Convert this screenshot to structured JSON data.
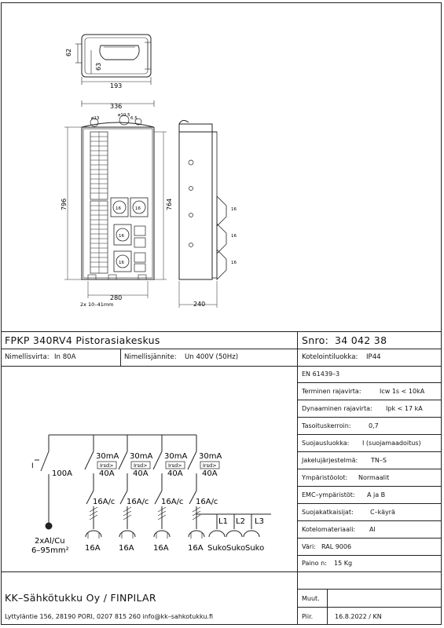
{
  "drawing": {
    "top_view": {
      "dim_height": "62",
      "dim_inner": "63",
      "dim_width": "193"
    },
    "front_view": {
      "dim_width_top": "336",
      "dim_hole1": "ø13",
      "dim_hole2": "ø10.5",
      "dim_hole3": "6.5",
      "dim_height_left": "796",
      "dim_height_right": "764",
      "dim_width_bottom": "280",
      "cable_note": "2x 10–41mm",
      "socket_label": "16"
    },
    "side_view": {
      "dim_depth": "240",
      "socket_labels": [
        "16",
        "16",
        "16"
      ]
    }
  },
  "title": {
    "product": "FPKP 340RV4  Pistorasiakeskus",
    "snro_label": "Snro:",
    "snro_value": "34 042 38",
    "current_label": "Nimellisvirta:",
    "current_value": "In 80A",
    "voltage_label": "Nimellisjännite:",
    "voltage_value": "Un 400V (50Hz)",
    "ip_label": "Kotelointiluokka:",
    "ip_value": "IP44"
  },
  "specs": [
    {
      "label": "EN 61439–3",
      "value": ""
    },
    {
      "label": "Terminen rajavirta:",
      "value": "Icw 1s < 10kA"
    },
    {
      "label": "Dynaaminen rajavirta:",
      "value": "Ipk < 17 kA"
    },
    {
      "label": "Tasoituskerroin:",
      "value": "0,7"
    },
    {
      "label": "Suojausluokka:",
      "value": "I    (suojamaadoitus)"
    },
    {
      "label": "Jakelujärjestelmä:",
      "value": "TN–S"
    },
    {
      "label": "Ympäristöolot:",
      "value": "Normaalit"
    },
    {
      "label": "EMC–ympäristöt:",
      "value": "A ja B"
    },
    {
      "label": "Suojakatkaisijat:",
      "value": "C–käyrä"
    },
    {
      "label": "Kotelomateriaali:",
      "value": "Al"
    },
    {
      "label": "Väri:",
      "value": "RAL 9006"
    },
    {
      "label": "Paino n:",
      "value": "15 Kg"
    }
  ],
  "schematic": {
    "main_switch": "100A",
    "rcd_top": "30mA",
    "rcd_bottom": "40A",
    "rcd_box": "Irsd>",
    "mcb": "16A/c",
    "socket_rating": "16A",
    "phases": [
      "L1",
      "L2",
      "L3"
    ],
    "suko": "Suko",
    "cable_line1": "2xAl/Cu",
    "cable_line2": "6–95mm²"
  },
  "footer": {
    "company": "KK–Sähkötukku Oy / FINPILAR",
    "address": "Lyttyläntie 156, 28190 PORI, 0207 815 260  info@kk–sahkotukku.fi",
    "muut_label": "Muut.",
    "piir_label": "Piir.",
    "piir_value": "16.8.2022 / KN"
  }
}
